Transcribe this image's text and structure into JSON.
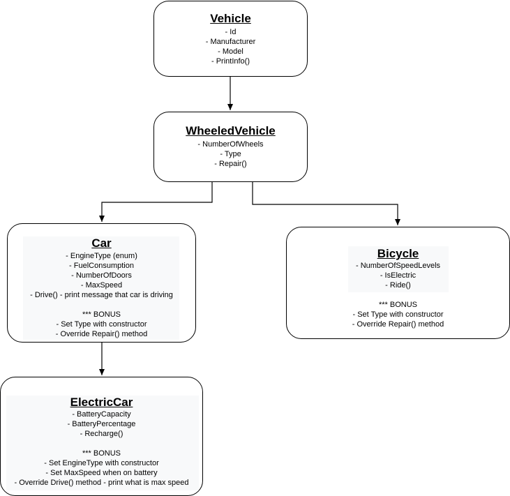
{
  "vehicle": {
    "title": "Vehicle",
    "members": [
      "- Id",
      "- Manufacturer",
      "- Model",
      "- PrintInfo()"
    ]
  },
  "wheeled": {
    "title": "WheeledVehicle",
    "members": [
      "- NumberOfWheels",
      "- Type",
      "- Repair()"
    ]
  },
  "car": {
    "title": "Car",
    "members": [
      "- EngineType (enum)",
      "- FuelConsumption",
      "- NumberOfDoors",
      "- MaxSpeed",
      "- Drive() - print message that car is driving"
    ],
    "bonus": [
      "*** BONUS",
      "- Set Type with constructor",
      "- Override Repair() method"
    ]
  },
  "bicycle": {
    "title": "Bicycle",
    "members": [
      "- NumberOfSpeedLevels",
      "- IsElectric",
      "- Ride()"
    ],
    "bonus": [
      "*** BONUS",
      "- Set Type with constructor",
      "- Override Repair() method"
    ]
  },
  "electric": {
    "title": "ElectricCar",
    "members": [
      "- BatteryCapacity",
      "- BatteryPercentage",
      "- Recharge()"
    ],
    "bonus": [
      "*** BONUS",
      "- Set EngineType with constructor",
      "- Set MaxSpeed when on battery",
      "- Override Drive() method - print what is max speed"
    ]
  }
}
